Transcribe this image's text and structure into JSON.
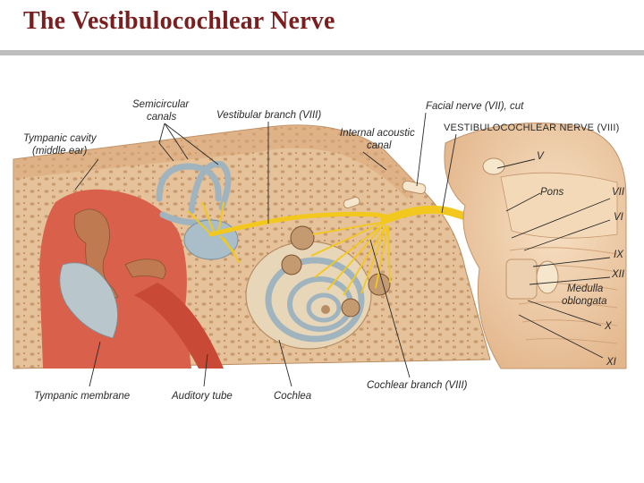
{
  "title": "The Vestibulocochlear Nerve",
  "labels": {
    "semicircular_line1": "Semicircular",
    "semicircular_line2": "canals",
    "vestibular_branch": "Vestibular branch (VIII)",
    "facial_nerve": "Facial nerve (VII), cut",
    "tympanic_line1": "Tympanic cavity",
    "tympanic_line2": "(middle ear)",
    "internal_line1": "Internal acoustic",
    "internal_line2": "canal",
    "vestibulocochlear": "VESTIBULOCOCHLEAR NERVE (VIII)",
    "nerve_v": "V",
    "pons": "Pons",
    "nerve_vii": "VII",
    "nerve_vi": "VI",
    "nerve_ix": "IX",
    "nerve_xii": "XII",
    "medulla_line1": "Medulla",
    "medulla_line2": "oblongata",
    "nerve_x": "X",
    "nerve_xi": "XI",
    "tympanic_membrane": "Tympanic membrane",
    "auditory_tube": "Auditory tube",
    "cochlea": "Cochlea",
    "cochlear_branch": "Cochlear branch (VIII)"
  },
  "colors": {
    "title": "#7a1f1f",
    "bone": "#e6c29a",
    "bone_pores": "#c99a6e",
    "middle_ear": "#d9604a",
    "nerve": "#f2c81e",
    "brainstem": "#f0cfa8",
    "membrane": "#b9c6cc",
    "canals": "#9fb4bf",
    "cochlea": "#e8d6b8"
  }
}
